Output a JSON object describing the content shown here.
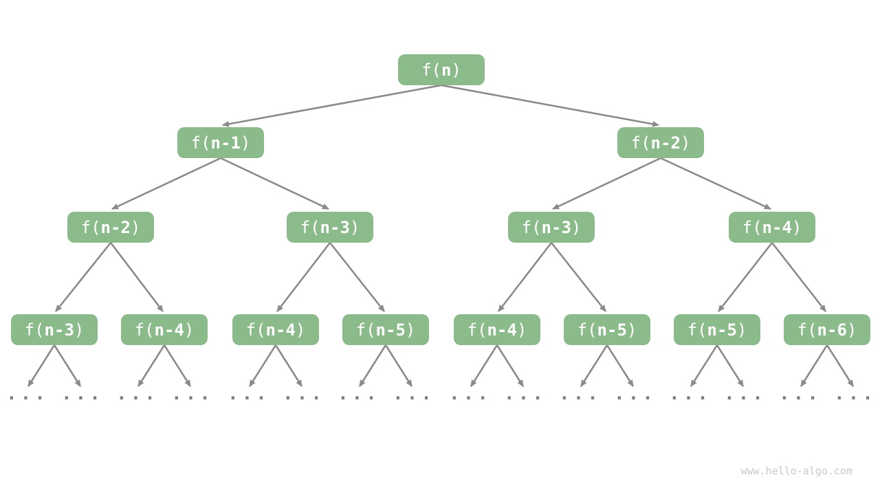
{
  "diagram_type": "recursion-tree",
  "colors": {
    "node_fill": "#8BBB8B",
    "node_text": "#FFFFFF",
    "edge": "#8A8A8A",
    "ellipsis": "#7E7E7E",
    "watermark": "#C9C9C9"
  },
  "nodes": [
    {
      "prefix": "f(",
      "arg": "n",
      "suffix": ")"
    },
    {
      "prefix": "f(",
      "arg": "n-1",
      "suffix": ")"
    },
    {
      "prefix": "f(",
      "arg": "n-2",
      "suffix": ")"
    },
    {
      "prefix": "f(",
      "arg": "n-2",
      "suffix": ")"
    },
    {
      "prefix": "f(",
      "arg": "n-3",
      "suffix": ")"
    },
    {
      "prefix": "f(",
      "arg": "n-3",
      "suffix": ")"
    },
    {
      "prefix": "f(",
      "arg": "n-4",
      "suffix": ")"
    },
    {
      "prefix": "f(",
      "arg": "n-3",
      "suffix": ")"
    },
    {
      "prefix": "f(",
      "arg": "n-4",
      "suffix": ")"
    },
    {
      "prefix": "f(",
      "arg": "n-4",
      "suffix": ")"
    },
    {
      "prefix": "f(",
      "arg": "n-5",
      "suffix": ")"
    },
    {
      "prefix": "f(",
      "arg": "n-4",
      "suffix": ")"
    },
    {
      "prefix": "f(",
      "arg": "n-5",
      "suffix": ")"
    },
    {
      "prefix": "f(",
      "arg": "n-5",
      "suffix": ")"
    },
    {
      "prefix": "f(",
      "arg": "n-6",
      "suffix": ")"
    }
  ],
  "ellipsis": "...",
  "watermark": "www.hello-algo.com"
}
